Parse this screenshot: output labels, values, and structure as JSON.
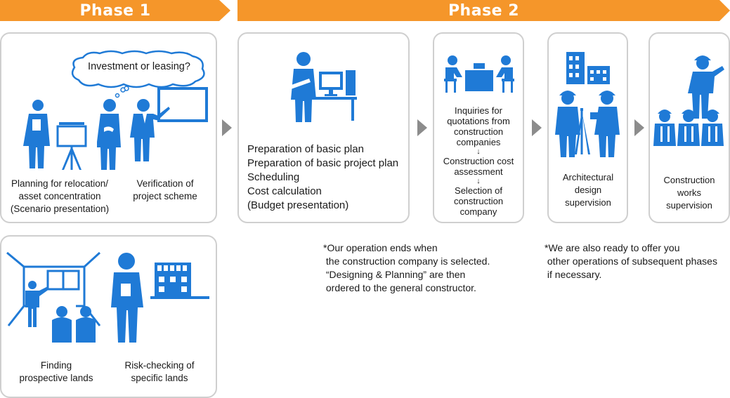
{
  "phases": {
    "phase1": "Phase 1",
    "phase2": "Phase 2"
  },
  "phase1": {
    "planning_box": {
      "speech_bubble": "Investment or leasing?",
      "label_planning": [
        "Planning for relocation/",
        "asset concentration",
        "(Scenario presentation)"
      ],
      "label_verification": [
        "Verification of",
        "project scheme"
      ]
    },
    "lands_box": {
      "label_finding": [
        "Finding",
        "prospective lands"
      ],
      "label_risk": [
        "Risk-checking of",
        "specific lands"
      ]
    }
  },
  "phase2": {
    "basic_plan": [
      "Preparation of basic plan",
      "Preparation of basic project plan",
      "Scheduling",
      "Cost calculation",
      "(Budget presentation)"
    ],
    "quotation": {
      "step1": [
        "Inquiries for",
        "quotations from",
        "construction",
        "companies"
      ],
      "arrow": "↓",
      "step2": [
        "Construction cost",
        "assessment"
      ],
      "step3": [
        "Selection of",
        "construction",
        "company"
      ]
    },
    "architectural": [
      "Architectural",
      "design",
      "supervision"
    ],
    "construction": [
      "Construction",
      "works",
      "supervision"
    ]
  },
  "notes": {
    "operation_ends": "*Our operation ends when\n the construction company is selected.\n “Designing & Planning” are then\n ordered to the general constructor.",
    "ready_to_offer": "*We are also ready to offer you\n other operations of subsequent phases\n if necessary."
  },
  "colors": {
    "accent": "#f5962a",
    "icon": "#1f7ad6",
    "border": "#cfcfcf",
    "arrow": "#8c8c8c"
  }
}
